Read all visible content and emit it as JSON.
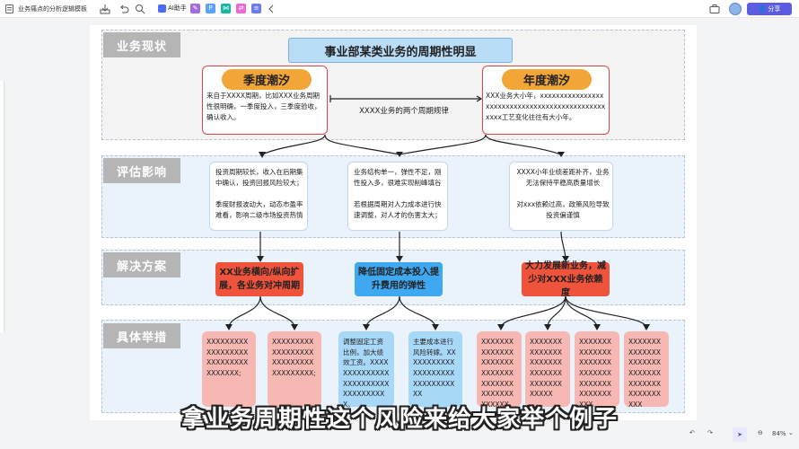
{
  "topbar": {
    "doc_title": "业务痛点的分析逻辑模板",
    "ai_label": "AI助手",
    "share_label": "分享"
  },
  "sections": {
    "status": "业务现状",
    "evaluation": "评估影响",
    "solution": "解决方案",
    "examples": "具体举措"
  },
  "diagram": {
    "title": "事业部某类业务的周期性明显",
    "left_pill": "季度潮汐",
    "left_text": "来自于XXXX周期，比如XXX业务周期性很明确，一季度投入，三季度验收，确认收入。",
    "right_pill": "年度潮汐",
    "right_text": "XXX业务大小年，xxxxxxxxxxxxxxxxxxxxxxxxxxxxxxxxxxxxxxxxxxxxxxxxxx工艺变化往往有大小年。",
    "middle_label": "XXXX业务的两个周期规律",
    "eval": [
      {
        "p1": "投资周期较长，收入在后期集中确认，投资回报风险较大；",
        "p2": "季度财报波动大，动态市盈率难看，影响二级市场投资热情"
      },
      {
        "p1": "业务结构单一，弹性不足，刚性投入多，很难实现削峰填谷",
        "p2": "若根据周期对人力成本进行快速调整，对人才的伤害太大；"
      },
      {
        "p1": "XXXX小年业绩差距补齐，业务无法保持平稳高质量增长",
        "p2": "对xxx依赖过高，政策风险导致投资偏谨慎"
      }
    ],
    "solutions": [
      "XX业务横向/纵向扩展，各业务对冲周期",
      "降低固定成本投入提升费用的弹性",
      "大力发展新业务，减少对XXX业务依赖度"
    ],
    "leaves": [
      "XXXXXXXXXXXXXXXXXXXXXXXXXXXXXXXXXX;",
      "XXXXXXXXXXXXXXXXXXXXXXXXXXXXXXXXXXXX;",
      "调整固定工资比例，加大绩效工资。XXXXXXXXXXXXXXXXXXXXXXXXXXXXXXXXXX。",
      "主要成本进行风险转嫁。XXXXXXXXXXXXXXXXXXXXXXXXXXXXXXX",
      "XXXXXXXXXXXXXXXXXXXXXXXXXXXXXXXXXXXXXXXXXXXXXXXX",
      "XXXXXXXXXXXXXXXXXXXXXXXXXXXXXXXXXXXXXXXX",
      "XXXXXXXXXXXXXXXXXXXXXXXXXXXXXXXXXXXXXXXXXXXXX",
      "XXXXXXXXXXXXXXXXXXXXXXXXXXXXXXXXXXXXXXXXXXXXX"
    ]
  },
  "caption": "拿业务周期性这个风险来给大家举个例子",
  "zoom": "84%",
  "colors": {
    "accent": "#5b5ce2",
    "pill": "#f2a637",
    "title_fill": "#b9dcf7",
    "red_solution": "#f0533c",
    "blue_solution": "#3ea8f0",
    "leaf_pink": "#f7b7b2",
    "leaf_blue": "#a8d8f8"
  }
}
